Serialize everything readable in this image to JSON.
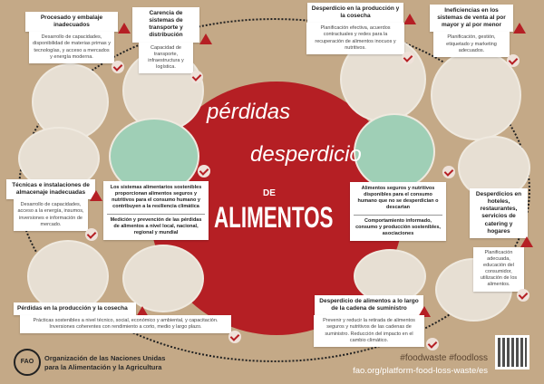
{
  "center": {
    "word1": "pérdidas",
    "word2": "desperdicio",
    "de": "DE",
    "alimentos": "ALIMENTOS"
  },
  "boxes": [
    {
      "title": "Procesado y embalaje inadecuados",
      "body": "Desarrollo de capacidades, disponibilidad de materias primas y tecnologías, y acceso a mercados y energía moderna."
    },
    {
      "title": "Carencia de sistemas de transporte y distribución",
      "body": "Capacidad de transporte, infraestructura y logística."
    },
    {
      "title": "Desperdicio en la producción y la cosecha",
      "body": "Planificación efectiva, acuerdos contractuales y redes para la recuperación de alimentos inocuos y nutritivos."
    },
    {
      "title": "Ineficiencias en los sistemas de venta al por mayor y al por menor",
      "body": "Planificación, gestión, etiquetado y marketing adecuados."
    },
    {
      "title": "Técnicas e instalaciones de almacenaje inadecuadas",
      "body": "Desarrollo de capacidades, acceso a la energía, insumos, inversiones e información de mercado."
    },
    {
      "title": "Desperdicios en hoteles, restaurantes, servicios de catering y hogares",
      "body": "Planificación adecuada, educación del consumidor, utilización de los alimentos."
    },
    {
      "title": "Pérdidas en la producción y la cosecha",
      "body": "Prácticas sostenibles a nivel técnico, social, económico y ambiental, y capacitación. Inversiones coherentes con rendimiento a corto, medio y largo plazo."
    },
    {
      "title": "Desperdicio de alimentos a lo largo de la cadena de suministro",
      "body": "Prevenir y reducir la retirada de alimentos seguros y nutritivos de las cadenas de suministro. Reducción del impacto en el cambio climático."
    }
  ],
  "left_panel": {
    "p1": "Los sistemas alimentarios sostenibles proporcionan alimentos seguros y nutritivos para el consumo humano y contribuyen a la resiliencia climática",
    "p2": "Medición y prevención de las pérdidas de alimentos a nivel local, nacional, regional y mundial"
  },
  "right_panel": {
    "p1": "Alimentos seguros y nutritivos disponibles para el consumo humano que no se desperdician o descartan",
    "p2": "Comportamiento informado, consumo y producción sostenibles, asociaciones"
  },
  "footer": {
    "org_line1": "Organización de las Naciones Unidas",
    "org_line2": "para la Alimentación y la Agricultura",
    "hashtags": "#foodwaste #foodloss",
    "url": "fao.org/platform-food-loss-waste/es",
    "logo_text": "FAO"
  },
  "colors": {
    "red": "#b51f24",
    "kraft": "#c4a987",
    "green": "#9fcfb6"
  }
}
